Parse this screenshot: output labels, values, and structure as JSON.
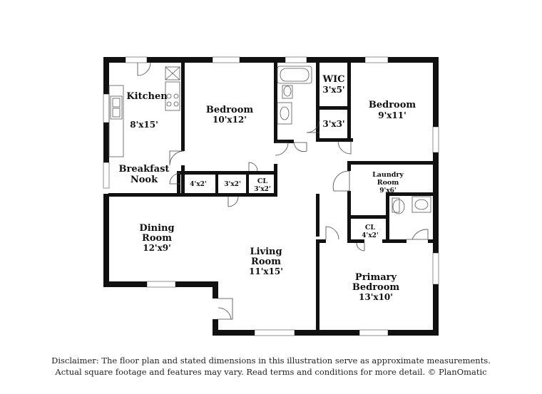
{
  "rooms": {
    "kitchen": {
      "name": "Kitchen",
      "dims": "8'x15'"
    },
    "bedroom_1": {
      "name": "Bedroom",
      "dims": "10'x12'"
    },
    "wic": {
      "name": "WIC",
      "dims": "3'x5'"
    },
    "bedroom_2": {
      "name": "Bedroom",
      "dims": "9'x11'"
    },
    "closet_3x3": {
      "dims": "3'x3'"
    },
    "breakfast_nook": {
      "name_line1": "Breakfast",
      "name_line2": "Nook"
    },
    "closet_4x2": {
      "dims": "4'x2'"
    },
    "closet_3x2": {
      "dims": "3'x2'"
    },
    "cl_1": {
      "name": "CL",
      "dims": "3'x2'"
    },
    "laundry": {
      "name_line1": "Laundry",
      "name_line2": "Room",
      "dims": "9'x6'"
    },
    "dining": {
      "name_line1": "Dining",
      "name_line2": "Room",
      "dims": "12'x9'"
    },
    "cl_2": {
      "name": "CL",
      "dims": "4'x2'"
    },
    "living": {
      "name_line1": "Living",
      "name_line2": "Room",
      "dims": "11'x15'"
    },
    "primary": {
      "name_line1": "Primary",
      "name_line2": "Bedroom",
      "dims": "13'x10'"
    }
  },
  "disclaimer": {
    "line1": "Disclaimer: The floor plan and stated dimensions in this illustration serve as approximate measurements.",
    "line2": "Actual square footage and features may vary. Read terms and conditions for more detail. © PlanOmatic"
  }
}
